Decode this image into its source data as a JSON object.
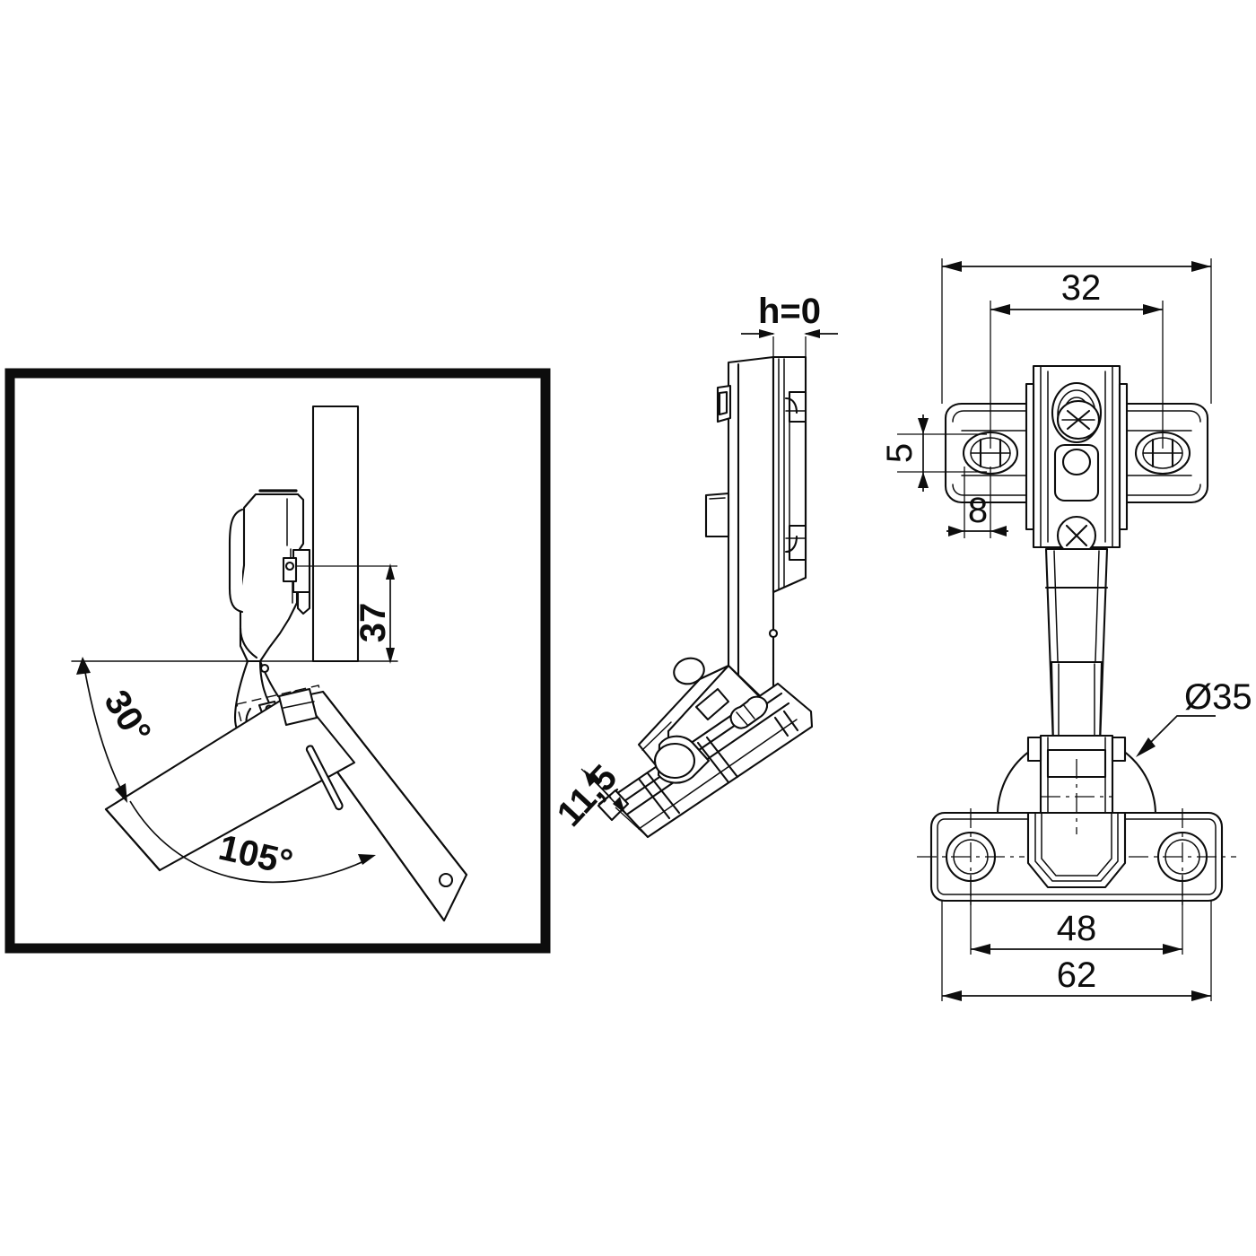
{
  "drawing": {
    "title": "Concealed cabinet hinge technical drawing",
    "units": "mm",
    "line_color": "#0d0d0d",
    "background_color": "#ffffff"
  },
  "views": {
    "left": {
      "name": "opening-angle-view",
      "framed": true,
      "annotations": [
        {
          "id": "a37",
          "label": "37",
          "kind": "linear-vertical"
        },
        {
          "id": "a30",
          "label": "30°",
          "kind": "angular"
        },
        {
          "id": "a105",
          "label": "105°",
          "kind": "angular"
        }
      ]
    },
    "middle": {
      "name": "side-section-view",
      "framed": false,
      "annotations": [
        {
          "id": "ah0",
          "label": "h=0",
          "kind": "linear-horizontal"
        },
        {
          "id": "a115",
          "label": "11,5",
          "kind": "linear-rotated"
        }
      ]
    },
    "right": {
      "name": "front-plan-view",
      "framed": false,
      "annotations": [
        {
          "id": "a62top",
          "label": "",
          "kind": "linear-horizontal"
        },
        {
          "id": "a32",
          "label": "32",
          "kind": "linear-horizontal"
        },
        {
          "id": "a5",
          "label": "5",
          "kind": "linear-vertical"
        },
        {
          "id": "a8",
          "label": "8",
          "kind": "linear-horizontal"
        },
        {
          "id": "ad35",
          "label": "Ø35",
          "kind": "leader-diameter"
        },
        {
          "id": "a48",
          "label": "48",
          "kind": "linear-horizontal"
        },
        {
          "id": "a62",
          "label": "62",
          "kind": "linear-horizontal"
        }
      ]
    }
  },
  "labels": {
    "dim_37": "37",
    "dim_30": "30°",
    "dim_105": "105°",
    "dim_h0": "h=0",
    "dim_115": "11,5",
    "dim_32": "32",
    "dim_5": "5",
    "dim_8": "8",
    "dim_d35": "Ø35",
    "dim_48": "48",
    "dim_62": "62"
  }
}
